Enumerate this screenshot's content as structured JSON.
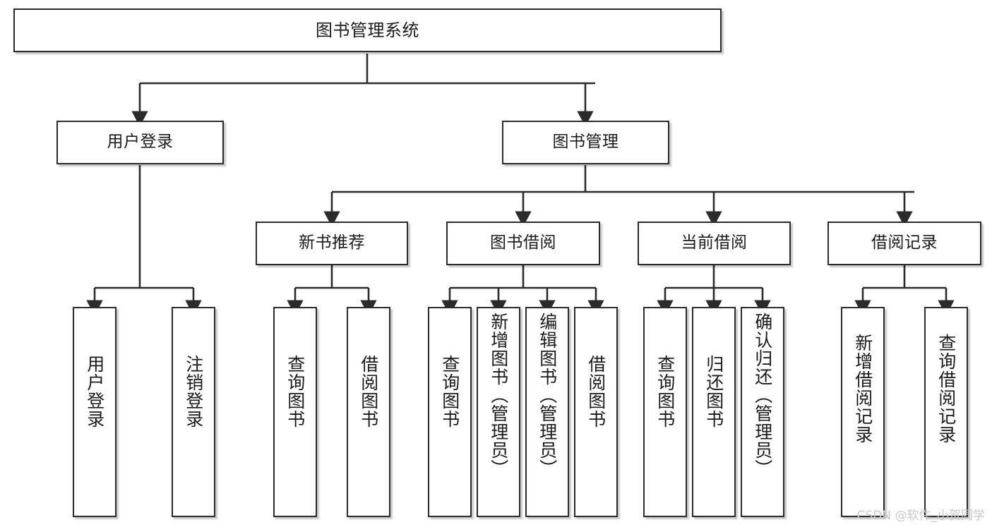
{
  "diagram": {
    "title": "图书管理系统",
    "watermark": "CSDN @软件_小贺同学",
    "line_color": "#2b2b2b",
    "box_fill": "#ffffff",
    "text_color": "#1b1b1b",
    "nodes": {
      "root": {
        "label": "图书管理系统"
      },
      "level2": [
        {
          "label": "用户登录"
        },
        {
          "label": "图书管理"
        }
      ],
      "level3": [
        {
          "label": "新书推荐"
        },
        {
          "label": "图书借阅"
        },
        {
          "label": "当前借阅"
        },
        {
          "label": "借阅记录"
        }
      ],
      "leaves_user_login": [
        {
          "label": "用户登录"
        },
        {
          "label": "注销登录"
        }
      ],
      "leaves_new_book": [
        {
          "label": "查询图书"
        },
        {
          "label": "借阅图书"
        }
      ],
      "leaves_borrow": [
        {
          "label": "查询图书"
        },
        {
          "label": "新增图书（管理员）"
        },
        {
          "label": "编辑图书（管理员）"
        },
        {
          "label": "借阅图书"
        }
      ],
      "leaves_current": [
        {
          "label": "查询图书"
        },
        {
          "label": "归还图书"
        },
        {
          "label": "确认归还（管理员）"
        }
      ],
      "leaves_records": [
        {
          "label": "新增借阅记录"
        },
        {
          "label": "查询借阅记录"
        }
      ]
    }
  }
}
